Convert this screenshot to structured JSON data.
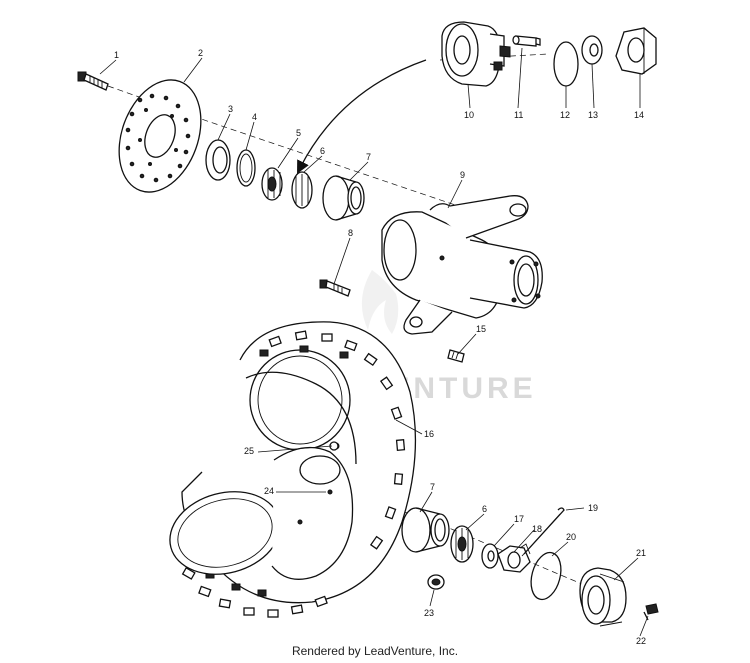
{
  "watermark": "EADVENTURE",
  "footer": "Rendered by LeadVenture, Inc.",
  "callouts": {
    "p1": "1",
    "p2": "2",
    "p3": "3",
    "p4": "4",
    "p5": "5",
    "p6": "6",
    "p7": "7",
    "p8": "8",
    "p9": "9",
    "p10": "10",
    "p11": "11",
    "p12": "12",
    "p13": "13",
    "p14": "14",
    "p15": "15",
    "p16": "16",
    "p17": "17",
    "p18": "18",
    "p19": "19",
    "p20": "20",
    "p21": "21",
    "p22": "22",
    "p23": "23",
    "p24": "24",
    "p25": "25",
    "p6b": "6",
    "p7b": "7"
  }
}
